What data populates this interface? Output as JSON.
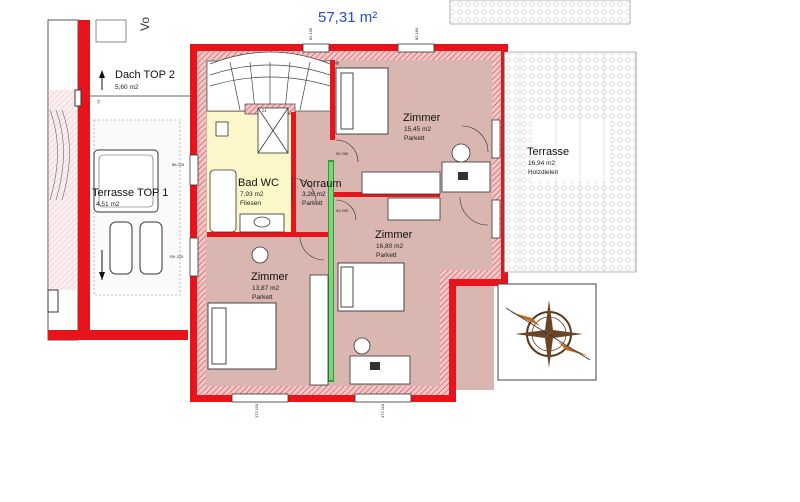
{
  "header": {
    "area_total": "57,31 m²",
    "cut_label": "Vo"
  },
  "rooms": {
    "dach_top2": {
      "name": "Dach TOP 2",
      "area": "5,60 m2"
    },
    "terrasse_top1": {
      "name": "Terrasse TOP 1",
      "area": "4,51 m2"
    },
    "bad_wc": {
      "name": "Bad WC",
      "area": "7,93 m2",
      "floor": "Fliesen"
    },
    "vorraum": {
      "name": "Vorraum",
      "area": "3,26 m2",
      "floor": "Parkett"
    },
    "zimmer_ne": {
      "name": "Zimmer",
      "area": "15,45 m2",
      "floor": "Parkett"
    },
    "zimmer_se": {
      "name": "Zimmer",
      "area": "16,80 m2",
      "floor": "Parkett"
    },
    "zimmer_sw": {
      "name": "Zimmer",
      "area": "13,87 m2",
      "floor": "Parkett"
    },
    "terrasse": {
      "name": "Terrasse",
      "area": "16,94 m2",
      "floor": "Holzdielen"
    }
  },
  "dimensions": {
    "window_top": "82 135",
    "window_top_r": "82 160",
    "door_1": "85 225",
    "door_2": "90 200",
    "door_3": "93 200",
    "window_ne": "RK 225",
    "window_e": "RK 225",
    "window_w": "RK 225",
    "win_bottom_1": "172 110",
    "win_bottom_2": "172 110",
    "stair": "73",
    "stair2": "24"
  },
  "colors": {
    "wall": "#e8141b",
    "room_fill": "#d9b6b0",
    "bath_fill": "#fbf7c8",
    "partition": "#2ca02c",
    "area_text": "#2a4bd8"
  },
  "icons": {
    "compass": "compass-rose-icon"
  }
}
